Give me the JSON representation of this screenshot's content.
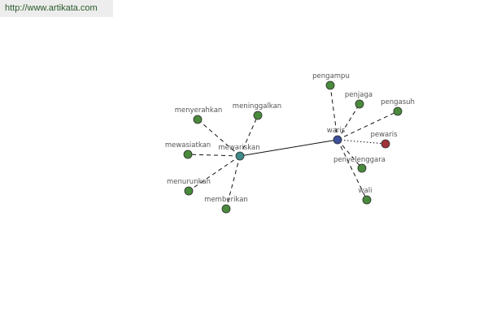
{
  "banner": {
    "url_text": "http://www.artikata.com"
  },
  "colors": {
    "leaf_node": "#4a8a3c",
    "hub_mewariskan": "#3e8a8a",
    "hub_waris": "#3c4f9a",
    "antonym_node": "#a0343a",
    "edge": "#111111",
    "label": "#555555"
  },
  "graph": {
    "hubs": [
      {
        "id": "waris",
        "label": "waris",
        "kind": "hub_waris"
      },
      {
        "id": "mewariskan",
        "label": "mewariskan",
        "kind": "hub_mewariskan"
      }
    ],
    "nodes": [
      {
        "id": "pengampu",
        "label": "pengampu",
        "kind": "leaf",
        "hub": "waris",
        "edge_style": "dashed"
      },
      {
        "id": "penjaga",
        "label": "penjaga",
        "kind": "leaf",
        "hub": "waris",
        "edge_style": "dashed"
      },
      {
        "id": "pengasuh",
        "label": "pengasuh",
        "kind": "leaf",
        "hub": "waris",
        "edge_style": "dashed"
      },
      {
        "id": "pewaris",
        "label": "pewaris",
        "kind": "antonym",
        "hub": "waris",
        "edge_style": "dotted"
      },
      {
        "id": "penyelenggara",
        "label": "penyelenggara",
        "kind": "leaf",
        "hub": "waris",
        "edge_style": "dashed"
      },
      {
        "id": "wali",
        "label": "wali",
        "kind": "leaf",
        "hub": "waris",
        "edge_style": "dashed"
      },
      {
        "id": "menyerahkan",
        "label": "menyerahkan",
        "kind": "leaf",
        "hub": "mewariskan",
        "edge_style": "dashed"
      },
      {
        "id": "meninggalkan",
        "label": "meninggalkan",
        "kind": "leaf",
        "hub": "mewariskan",
        "edge_style": "dashed"
      },
      {
        "id": "mewasiatkan",
        "label": "mewasiatkan",
        "kind": "leaf",
        "hub": "mewariskan",
        "edge_style": "dashed"
      },
      {
        "id": "menurunkan",
        "label": "menurunkan",
        "kind": "leaf",
        "hub": "mewariskan",
        "edge_style": "dashed"
      },
      {
        "id": "memberikan",
        "label": "memberikan",
        "kind": "leaf",
        "hub": "mewariskan",
        "edge_style": "dashed"
      }
    ],
    "links": [
      {
        "from": "mewariskan",
        "to": "waris",
        "edge_style": "solid"
      }
    ]
  }
}
